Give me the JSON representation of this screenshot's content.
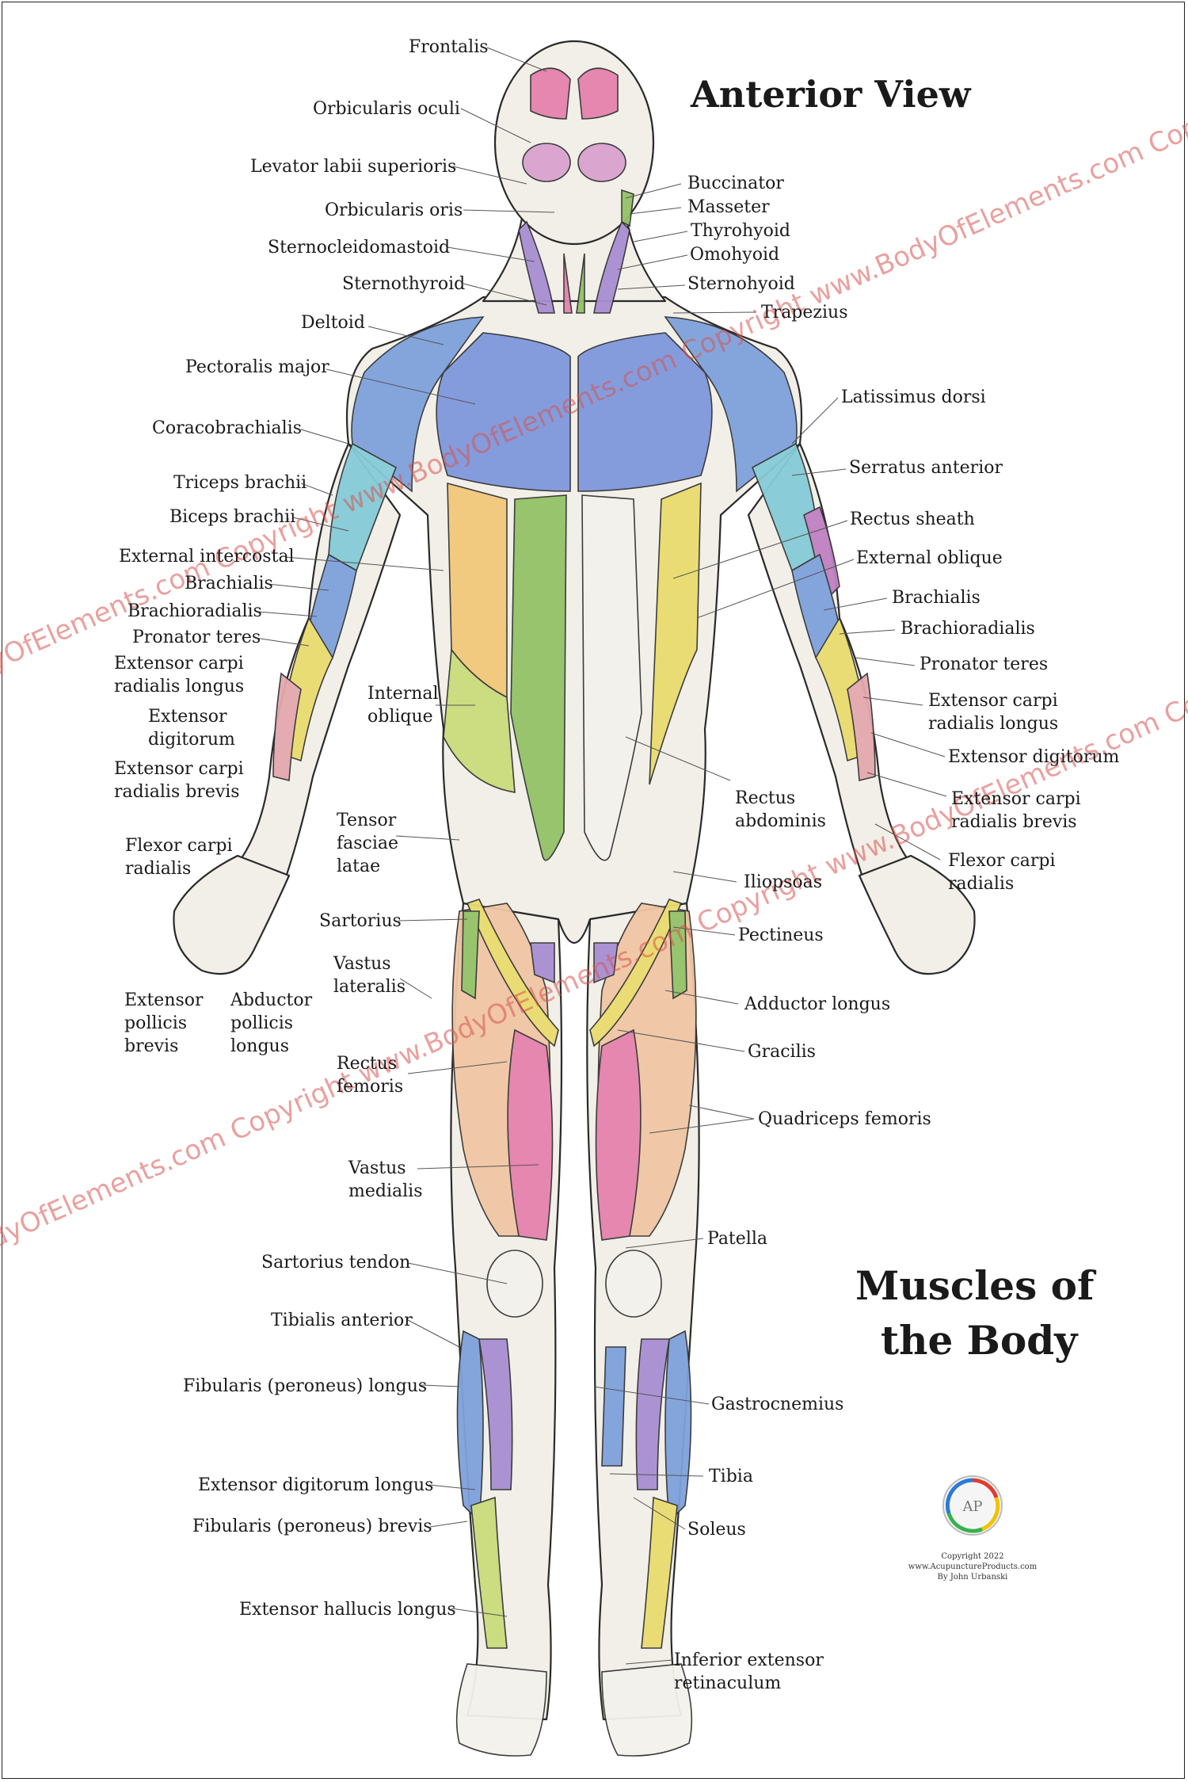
{
  "title": "Anterior View",
  "subtitle_line1": "Muscles of",
  "subtitle_line2": "the Body",
  "watermark": "BodyOfElements.com Copyright www.BodyOfElements.com Copyright www.BodyOfElements.com Copyright www.",
  "copyright": {
    "line1": "Copyright 2022",
    "line2": "www.AcupunctureProducts.com",
    "line3": "By John Urbanski",
    "logo_letters": "AP"
  },
  "colors": {
    "blue": "#7fa2dc",
    "purple": "#a88fd2",
    "pink": "#e582ad",
    "green": "#93c267",
    "yellow": "#eadc6e",
    "peach": "#f0c6a4",
    "cyan": "#85cbd7",
    "orange": "#f2c77a",
    "watermark": "#d9534f"
  },
  "labels": {
    "frontalis": "Frontalis",
    "orbicularis_oculi": "Orbicularis oculi",
    "levator_labii": "Levator labii superioris",
    "orbicularis_oris": "Orbicularis oris",
    "sternocleidomastoid": "Sternocleidomastoid",
    "sternothyroid": "Sternothyroid",
    "deltoid": "Deltoid",
    "pectoralis_major": "Pectoralis major",
    "coracobrachialis": "Coracobrachialis",
    "triceps_brachii": "Triceps brachii",
    "biceps_brachii": "Biceps brachii",
    "external_intercostal": "External intercostal",
    "brachialis_l": "Brachialis",
    "brachioradialis_l": "Brachioradialis",
    "pronator_teres_l": "Pronator teres",
    "ecrl_l": "Extensor carpi\nradialis longus",
    "extensor_digitorum_l": "Extensor\ndigitorum",
    "ecrb_l": "Extensor carpi\nradialis brevis",
    "flexor_carpi_radialis_l": "Flexor carpi\nradialis",
    "extensor_pollicis_brevis": "Extensor\npollicis\nbrevis",
    "abductor_pollicis_longus": "Abductor\npollicis\nlongus",
    "internal_oblique": "Internal\noblique",
    "tensor_fasciae_latae": "Tensor\nfasciae\nlatae",
    "sartorius": "Sartorius",
    "vastus_lateralis": "Vastus\nlateralis",
    "rectus_femoris": "Rectus\nfemoris",
    "vastus_medialis": "Vastus\nmedialis",
    "sartorius_tendon": "Sartorius tendon",
    "tibialis_anterior": "Tibialis anterior",
    "fibularis_longus": "Fibularis (peroneus) longus",
    "extensor_digitorum_longus": "Extensor digitorum longus",
    "fibularis_brevis": "Fibularis (peroneus) brevis",
    "extensor_hallucis_longus": "Extensor hallucis longus",
    "buccinator": "Buccinator",
    "masseter": "Masseter",
    "thyrohyoid": "Thyrohyoid",
    "omohyoid": "Omohyoid",
    "sternohyoid": "Sternohyoid",
    "trapezius": "Trapezius",
    "latissimus_dorsi": "Latissimus dorsi",
    "serratus_anterior": "Serratus anterior",
    "rectus_sheath": "Rectus sheath",
    "external_oblique": "External oblique",
    "brachialis_r": "Brachialis",
    "brachioradialis_r": "Brachioradialis",
    "pronator_teres_r": "Pronator teres",
    "ecrl_r": "Extensor carpi\nradialis longus",
    "extensor_digitorum_r": "Extensor digitorum",
    "ecrb_r": "Extensor carpi\nradialis brevis",
    "flexor_carpi_radialis_r": "Flexor carpi\nradialis",
    "rectus_abdominis": "Rectus\nabdominis",
    "iliopsoas": "Iliopsoas",
    "pectineus": "Pectineus",
    "adductor_longus": "Adductor longus",
    "gracilis": "Gracilis",
    "quadriceps_femoris": "Quadriceps femoris",
    "patella": "Patella",
    "gastrocnemius": "Gastrocnemius",
    "tibia": "Tibia",
    "soleus": "Soleus",
    "inferior_extensor_retinaculum": "Inferior extensor\nretinaculum"
  }
}
